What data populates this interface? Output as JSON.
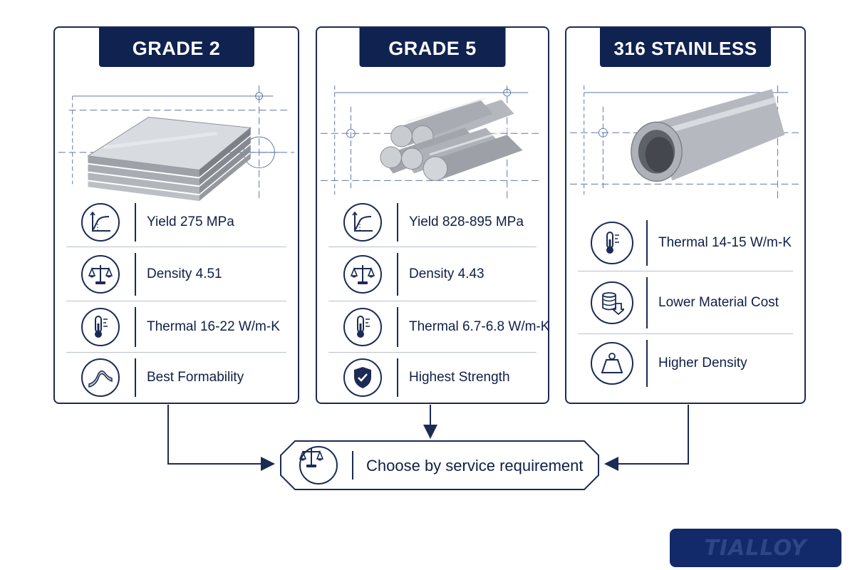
{
  "colors": {
    "navy": "#0f2250",
    "stroke": "#1c2b55",
    "divider": "#b9c0d0",
    "metal": "#b8bcc2"
  },
  "grades": [
    {
      "title": "GRADE 2",
      "image": "metal-sheet-stack",
      "props": [
        {
          "icon": "stress-strain-graph-icon",
          "text": "Yield 275 MPa"
        },
        {
          "icon": "balance-scale-icon",
          "text": "Density 4.51"
        },
        {
          "icon": "thermometer-icon",
          "text": "Thermal 16-22 W/m-K"
        },
        {
          "icon": "bent-sheet-icon",
          "text": "Best Formability"
        }
      ]
    },
    {
      "title": "GRADE 5",
      "image": "round-bar-bundle",
      "props": [
        {
          "icon": "stress-strain-graph-icon",
          "text": "Yield 828-895 MPa"
        },
        {
          "icon": "balance-scale-icon",
          "text": "Density 4.43"
        },
        {
          "icon": "thermometer-icon",
          "text": "Thermal 6.7-6.8 W/m-K"
        },
        {
          "icon": "shield-check-icon",
          "text": "Highest Strength"
        }
      ]
    },
    {
      "title": "316 STAINLESS",
      "image": "steel-tube",
      "props": [
        {
          "icon": "thermometer-icon",
          "text": "Thermal 14-15 W/m-K"
        },
        {
          "icon": "coin-stack-down-icon",
          "text": "Lower Material Cost"
        },
        {
          "icon": "weight-icon",
          "text": "Higher Density"
        }
      ]
    }
  ],
  "conclusion": {
    "icon": "balance-scale-icon",
    "text": "Choose by service requirement"
  },
  "logo": {
    "text": "TIALLOY"
  }
}
